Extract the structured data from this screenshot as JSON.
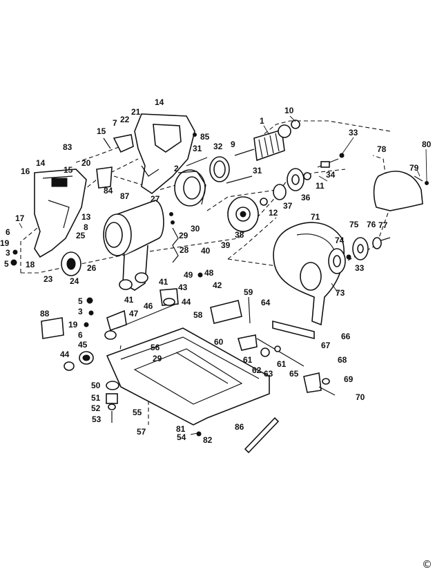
{
  "part_labels": [
    "1",
    "2",
    "3",
    "3",
    "5",
    "5",
    "6",
    "6",
    "7",
    "8",
    "9",
    "10",
    "11",
    "12",
    "13",
    "14",
    "14",
    "15",
    "15",
    "16",
    "17",
    "18",
    "19",
    "19",
    "20",
    "21",
    "22",
    "23",
    "24",
    "25",
    "26",
    "27",
    "28",
    "29",
    "29",
    "30",
    "31",
    "31",
    "32",
    "33",
    "33",
    "34",
    "36",
    "37",
    "38",
    "39",
    "40",
    "41",
    "41",
    "42",
    "43",
    "44",
    "44",
    "45",
    "46",
    "47",
    "48",
    "49",
    "50",
    "51",
    "52",
    "53",
    "54",
    "55",
    "56",
    "57",
    "58",
    "59",
    "60",
    "61",
    "61",
    "62",
    "63",
    "64",
    "65",
    "66",
    "67",
    "68",
    "69",
    "70",
    "71",
    "73",
    "74",
    "75",
    "76",
    "77",
    "78",
    "79",
    "80",
    "81",
    "82",
    "83",
    "84",
    "85",
    "86",
    "87",
    "88"
  ],
  "copyright": "©"
}
